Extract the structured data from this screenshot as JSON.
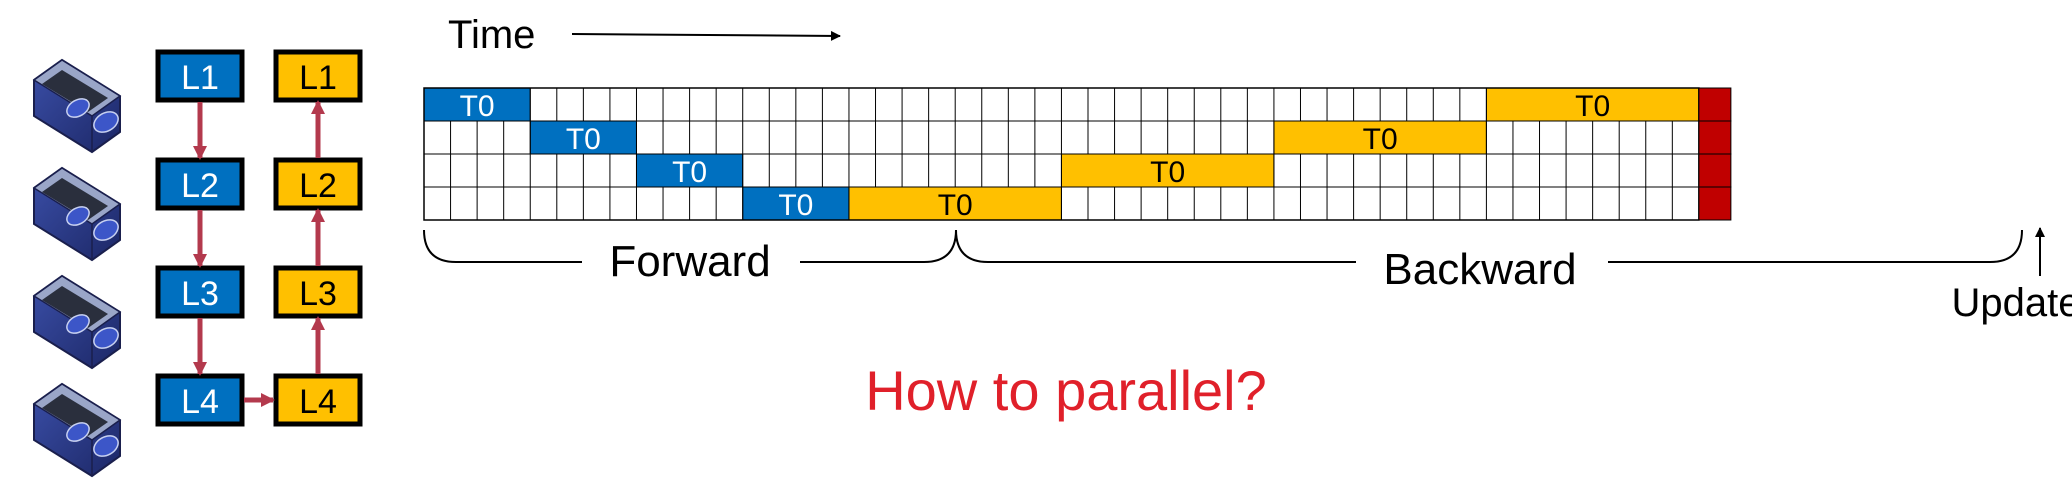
{
  "time_label": "Time",
  "layers_forward": [
    "L1",
    "L2",
    "L3",
    "L4"
  ],
  "layers_backward": [
    "L1",
    "L2",
    "L3",
    "L4"
  ],
  "timeline": {
    "rows": 4,
    "columns": 48,
    "forward_blocks": [
      {
        "row": 0,
        "start": 0,
        "length": 4,
        "label": "T0"
      },
      {
        "row": 1,
        "start": 4,
        "length": 4,
        "label": "T0"
      },
      {
        "row": 2,
        "start": 8,
        "length": 4,
        "label": "T0"
      },
      {
        "row": 3,
        "start": 12,
        "length": 4,
        "label": "T0"
      }
    ],
    "backward_blocks": [
      {
        "row": 3,
        "start": 16,
        "length": 8,
        "label": "T0"
      },
      {
        "row": 2,
        "start": 24,
        "length": 8,
        "label": "T0"
      },
      {
        "row": 1,
        "start": 32,
        "length": 8,
        "label": "T0"
      },
      {
        "row": 0,
        "start": 40,
        "length": 8,
        "label": "T0"
      }
    ],
    "update_column": true
  },
  "phase_labels": {
    "forward": "Forward",
    "backward": "Backward",
    "update": "Update"
  },
  "question": "How to parallel?",
  "colors": {
    "forward": "#0070c0",
    "backward": "#ffc000",
    "update": "#c00000",
    "arrow": "#b3394d",
    "question": "#e0202a"
  }
}
